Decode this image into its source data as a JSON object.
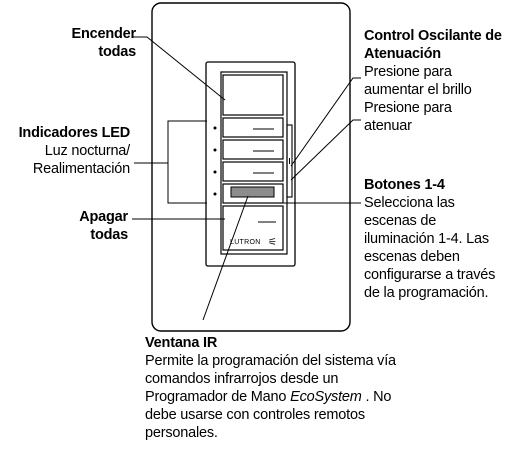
{
  "labels": {
    "encender": {
      "line1": "Encender",
      "line2": "todas"
    },
    "indicadores": {
      "title": "Indicadores LED",
      "line1": "Luz nocturna/",
      "line2": "Realimentación"
    },
    "apagar": {
      "line1": "Apagar",
      "line2": "todas"
    },
    "control": {
      "title1": "Control Oscilante de",
      "title2": "Atenuación",
      "up1": "Presione para",
      "up2": "aumentar el brillo",
      "down1": "Presione para",
      "down2": "atenuar"
    },
    "botones": {
      "title": "Botones 1-4",
      "lines": [
        "Selecciona las",
        "escenas de",
        "iluminación 1-4. Las",
        "escenas deben",
        "configurarse a través",
        "de la programación."
      ]
    },
    "ventana": {
      "title": "Ventana IR",
      "line1": "Permite la programación del sistema vía",
      "line2": "comandos infrarrojos desde un",
      "line3_pre": "Programador de Mano ",
      "line3_italic": "EcoSystem",
      "line3_post": " . No",
      "line4": "debe usarse con controles remotos",
      "line5": "personales."
    }
  },
  "device": {
    "brand": "LUTRON"
  }
}
